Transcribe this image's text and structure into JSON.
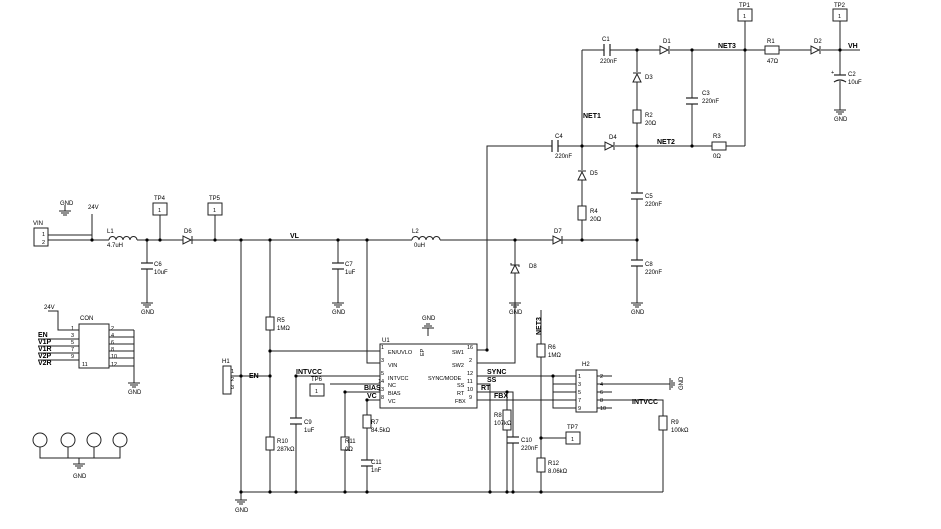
{
  "nets": {
    "vl": "VL",
    "vh": "VH",
    "net1": "NET1",
    "net2": "NET2",
    "net3": "NET3",
    "net3_v": "NET3",
    "en": "EN",
    "intvcc": "INTVCC",
    "bias": "BIAS",
    "vc": "VC",
    "sync": "SYNC",
    "ss": "SS",
    "rt": "RT",
    "fbx": "FBX",
    "intvcc_h2": "INTVCC",
    "v24": "24V",
    "v24b": "24V"
  },
  "gnd": "GND",
  "vin": {
    "ref": "VIN",
    "pins": [
      "1",
      "2"
    ]
  },
  "con": {
    "ref": "CON",
    "left_labels": [
      "EN",
      "V1P",
      "V1R",
      "V2P",
      "V2R"
    ],
    "left_pins": [
      "1",
      "3",
      "5",
      "7",
      "9",
      "11"
    ],
    "right_pins": [
      "2",
      "4",
      "6",
      "8",
      "10",
      "12"
    ]
  },
  "h1": {
    "ref": "H1",
    "pins": [
      "1",
      "2",
      "3"
    ]
  },
  "h2": {
    "ref": "H2",
    "left_pins": [
      "1",
      "3",
      "5",
      "7",
      "9"
    ],
    "right_pins": [
      "2",
      "4",
      "6",
      "8",
      "10"
    ]
  },
  "u1": {
    "ref": "U1",
    "pins_left": [
      "EN/UVLO",
      "VIN",
      "INTVCC",
      "NC",
      "BIAS",
      "VC"
    ],
    "pins_right": [
      "SW1",
      "SW2",
      "SYNC/MODE",
      "SS",
      "RT",
      "FBX"
    ],
    "ep": "EP",
    "nums_left": [
      "1",
      "3",
      "5",
      "14",
      "13",
      "8"
    ],
    "nums_right": [
      "16",
      "2",
      "12",
      "11",
      "10",
      "9"
    ]
  },
  "parts": {
    "L1": {
      "ref": "L1",
      "val": "4.7uH"
    },
    "L2": {
      "ref": "L2",
      "val": "0uH"
    },
    "C1": {
      "ref": "C1",
      "val": "220nF"
    },
    "C2": {
      "ref": "C2",
      "val": "10uF"
    },
    "C3": {
      "ref": "C3",
      "val": "220nF"
    },
    "C4": {
      "ref": "C4",
      "val": "220nF"
    },
    "C5": {
      "ref": "C5",
      "val": "220nF"
    },
    "C6": {
      "ref": "C6",
      "val": "10uF"
    },
    "C7": {
      "ref": "C7",
      "val": "1uF"
    },
    "C8": {
      "ref": "C8",
      "val": "220nF"
    },
    "C9": {
      "ref": "C9",
      "val": "1uF"
    },
    "C10": {
      "ref": "C10",
      "val": "220nF"
    },
    "C11": {
      "ref": "C11",
      "val": "1nF"
    },
    "R1": {
      "ref": "R1",
      "val": "47Ω"
    },
    "R2": {
      "ref": "R2",
      "val": "20Ω"
    },
    "R3": {
      "ref": "R3",
      "val": "0Ω"
    },
    "R4": {
      "ref": "R4",
      "val": "20Ω"
    },
    "R5": {
      "ref": "R5",
      "val": "1MΩ"
    },
    "R6": {
      "ref": "R6",
      "val": "1MΩ"
    },
    "R7": {
      "ref": "R7",
      "val": "84.5kΩ"
    },
    "R8": {
      "ref": "R8",
      "val": "107kΩ"
    },
    "R9": {
      "ref": "R9",
      "val": "100kΩ"
    },
    "R10": {
      "ref": "R10",
      "val": "287kΩ"
    },
    "R11": {
      "ref": "R11",
      "val": "0Ω"
    },
    "R12": {
      "ref": "R12",
      "val": "8.06kΩ"
    },
    "D1": "D1",
    "D2": "D2",
    "D3": "D3",
    "D4": "D4",
    "D5": "D5",
    "D6": "D6",
    "D7": "D7",
    "D8": "D8"
  },
  "tps": {
    "TP1": "TP1",
    "TP2": "TP2",
    "TP4": "TP4",
    "TP5": "TP5",
    "TP6": "TP6",
    "TP7": "TP7",
    "one": "1"
  }
}
